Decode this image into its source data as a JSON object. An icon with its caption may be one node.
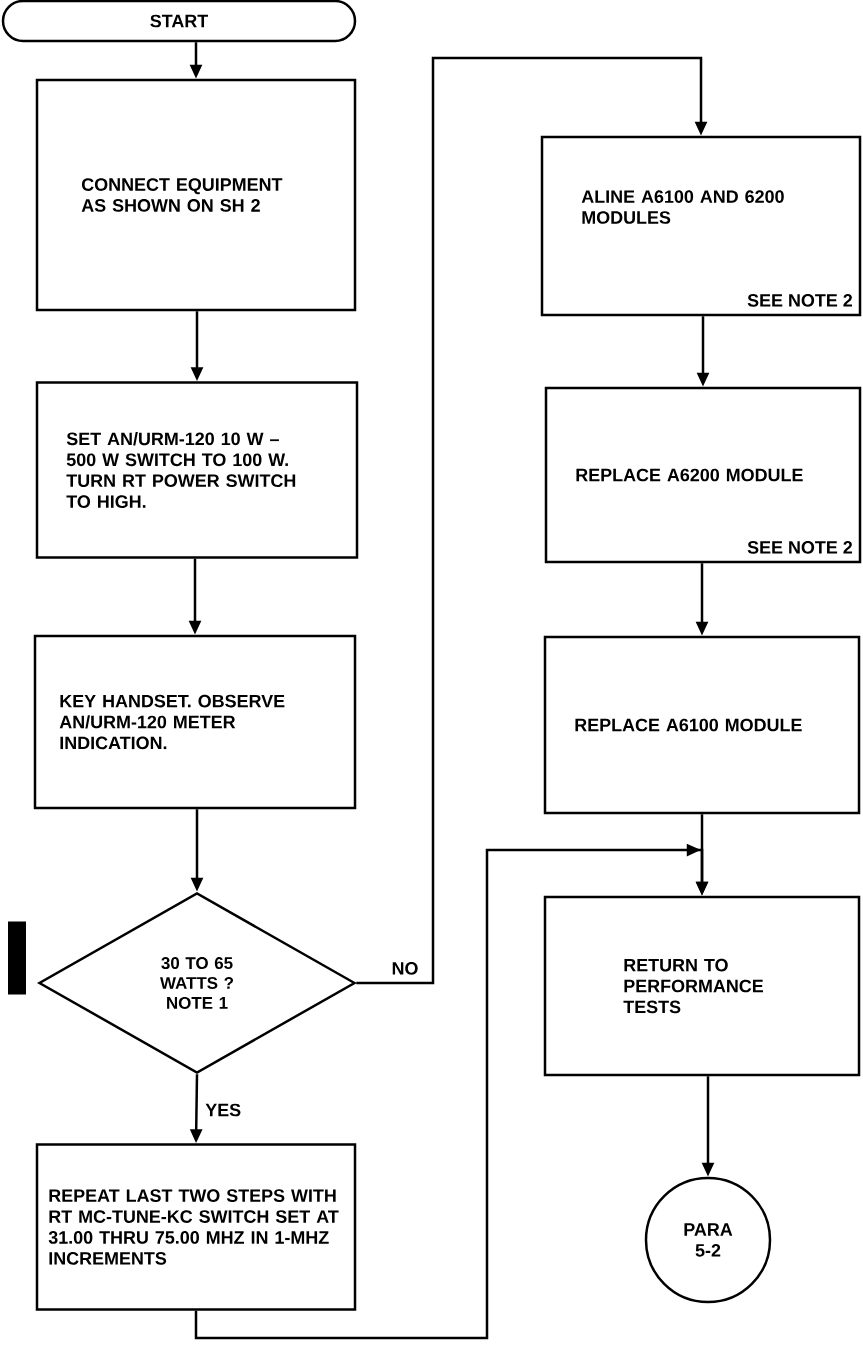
{
  "diagram": {
    "nodes": [
      {
        "text": [
          "START"
        ]
      },
      {
        "text": [
          "CONNECT EQUIPMENT AS SHOWN ON SH 2"
        ]
      },
      {
        "text": [
          "SET AN/URM-120 10 W – 500 W SWITCH TO 100 W. TURN RT POWER SWITCH TO HIGH."
        ]
      },
      {
        "text": [
          "KEY HANDSET. OBSERVE AN/URM-120 METER INDICATION."
        ]
      },
      {
        "text": [
          "30 TO 65 WATTS ? NOTE 1"
        ]
      },
      {
        "text": [
          "REPEAT LAST TWO STEPS WITH RT MC-TUNE-KC SWITCH SET AT 31.00 THRU 75.00 MHZ IN 1-MHZ INCREMENTS"
        ]
      },
      {
        "text": [
          "ALINE A6100 AND 6200 MODULES",
          "SEE NOTE 2"
        ]
      },
      {
        "text": [
          "REPLACE A6200 MODULE",
          "SEE NOTE 2"
        ]
      },
      {
        "text": [
          "REPLACE A6100 MODULE"
        ]
      },
      {
        "text": [
          "RETURN TO PERFORMANCE TESTS"
        ]
      },
      {
        "text": [
          "PARA 5-2"
        ]
      },
      {
        "text": [],
        "shape": "bar"
      }
    ],
    "edges": [
      {
        "from": 0,
        "to": 1,
        "arrow": "to"
      },
      {
        "from": 1,
        "to": 2,
        "arrow": "to"
      },
      {
        "from": 2,
        "to": 3,
        "arrow": "to"
      },
      {
        "from": 3,
        "to": 4,
        "arrow": "to"
      },
      {
        "from": 4,
        "to": 5,
        "arrow": "to",
        "label": "YES"
      },
      {
        "from": 4,
        "to": 6,
        "arrow": "to",
        "label": "NO"
      },
      {
        "from": 6,
        "to": 7,
        "arrow": "to"
      },
      {
        "from": 7,
        "to": 8,
        "arrow": "to"
      },
      {
        "from": 8,
        "to": 9,
        "arrow": "to"
      },
      {
        "from": 5,
        "to": 9,
        "arrow": "to"
      },
      {
        "from": 9,
        "to": 10,
        "arrow": "to"
      }
    ]
  }
}
